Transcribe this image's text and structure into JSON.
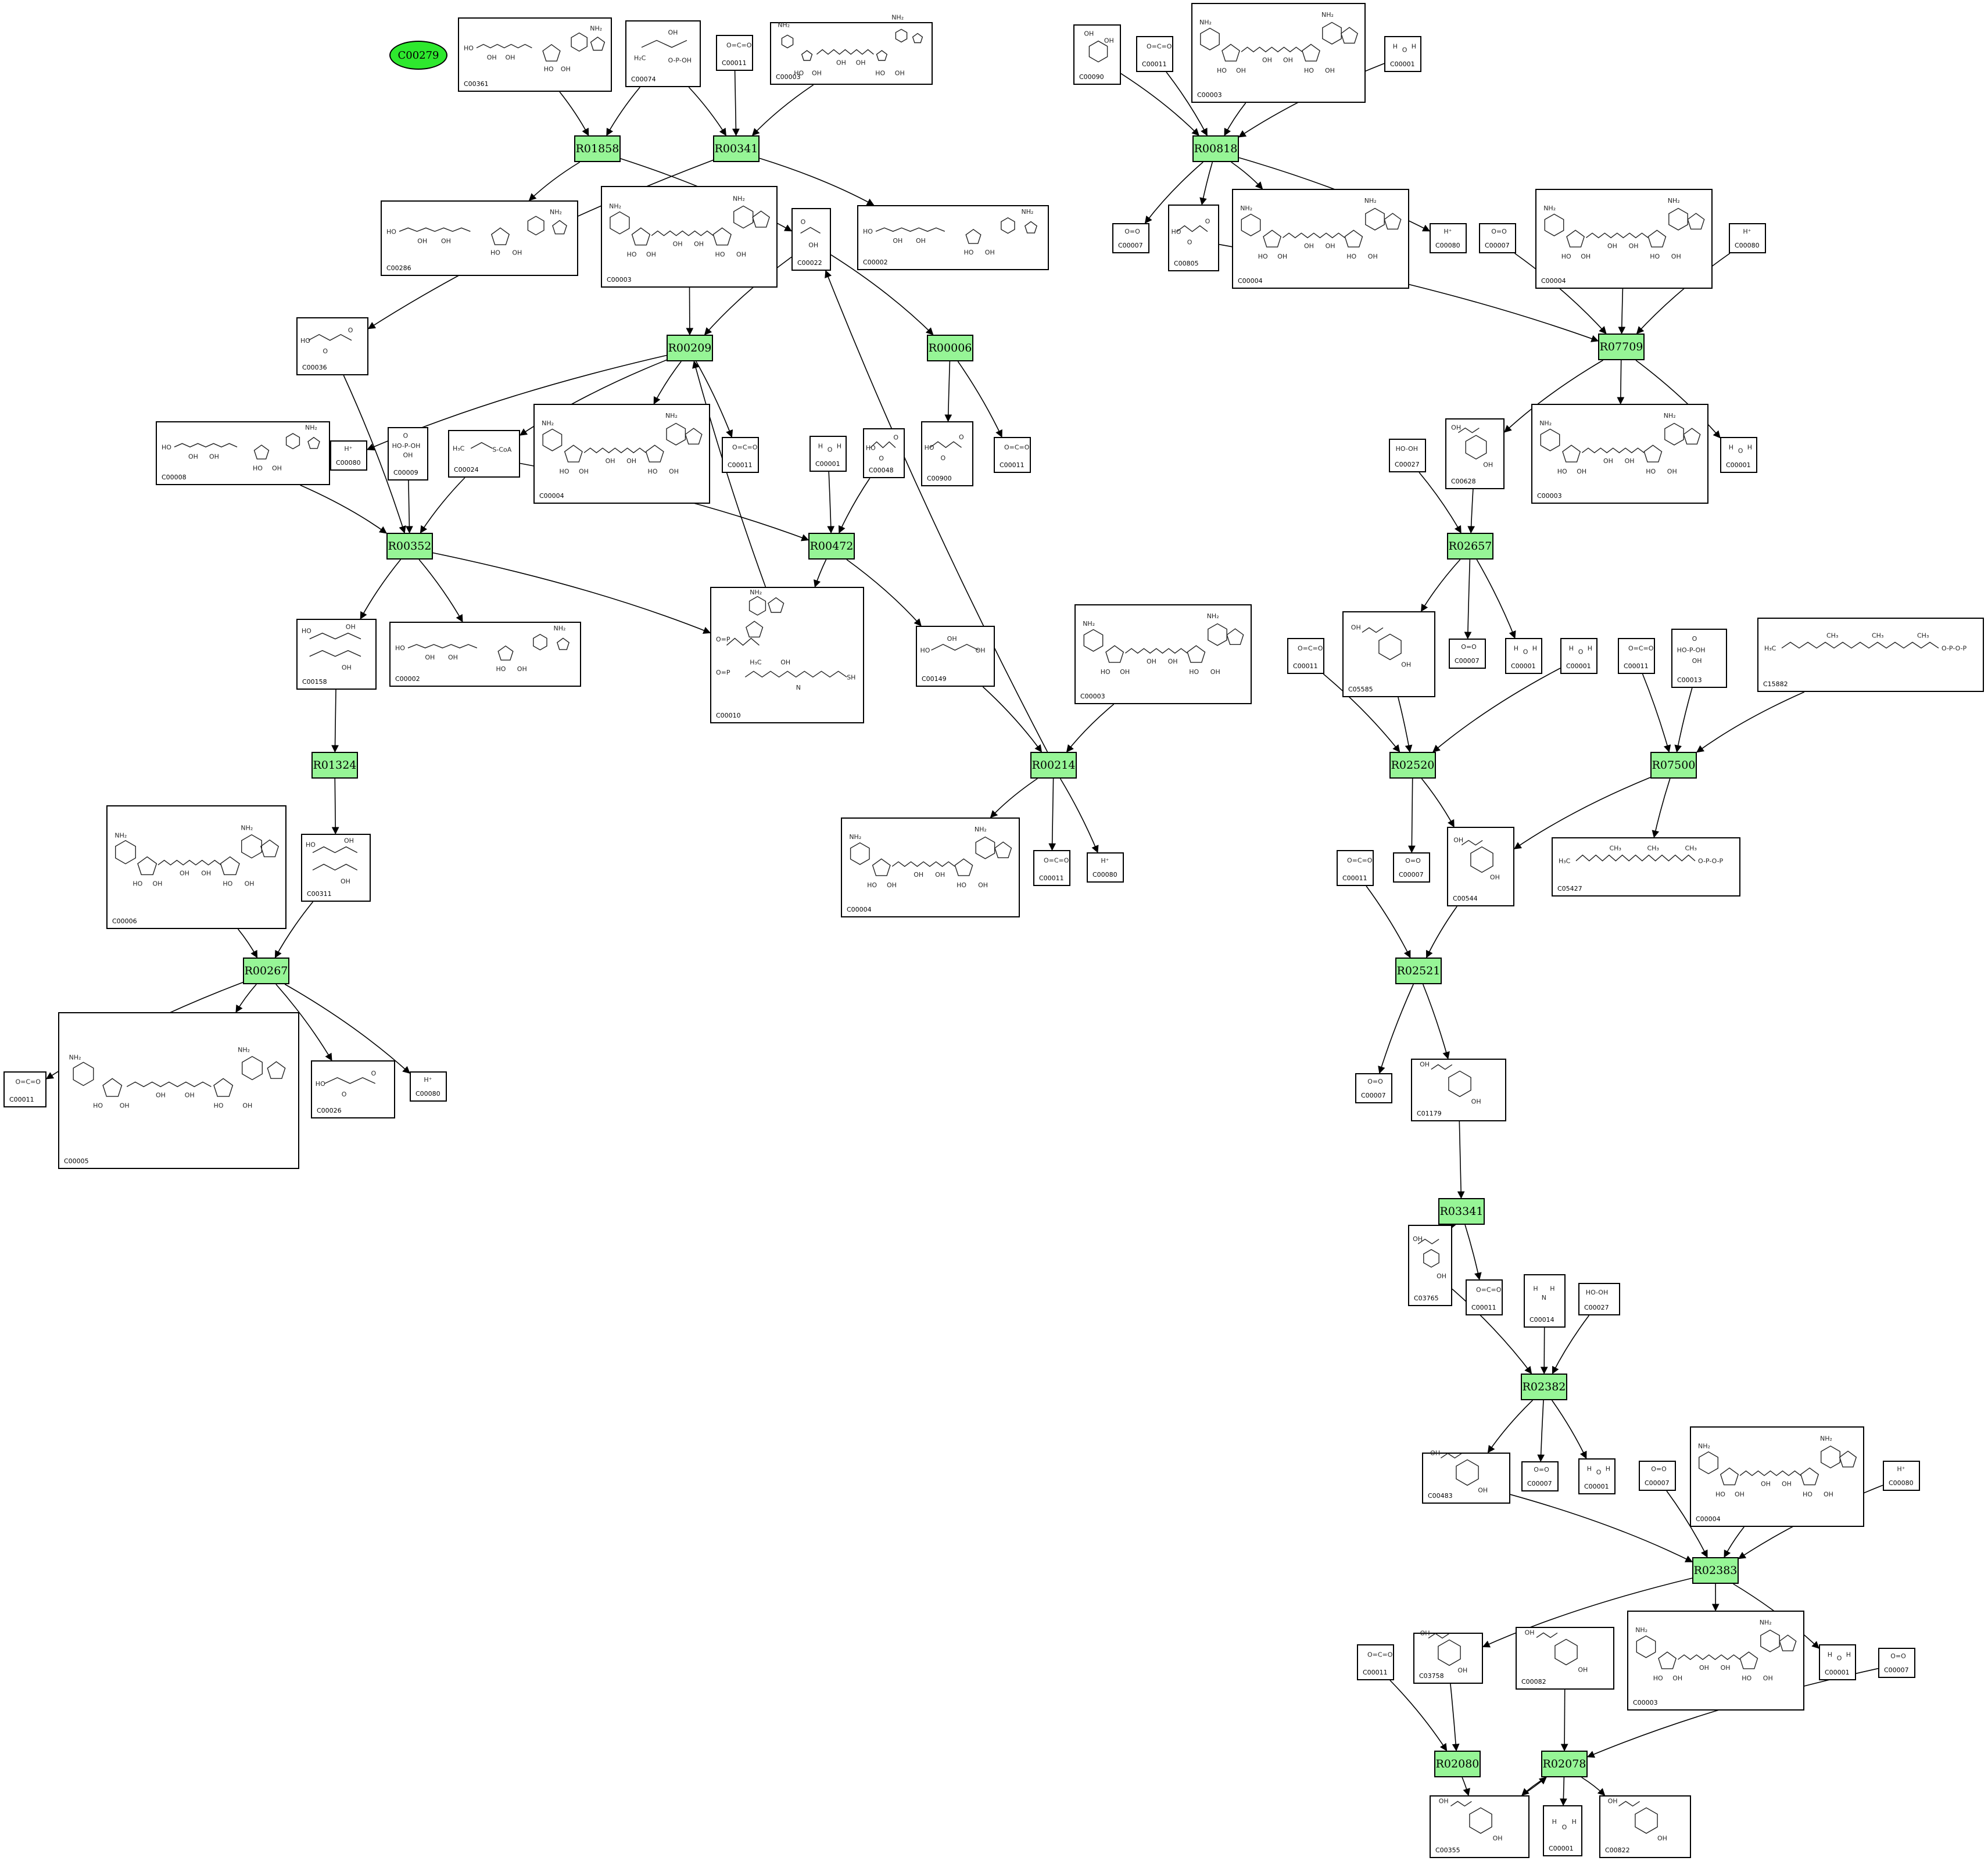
{
  "styles": {
    "reaction_fill": "#96f596",
    "highlight_fill": "#2ee82e",
    "edge_color": "#000000"
  },
  "highlight": {
    "id": "C00279"
  },
  "reactions": [
    "R01858",
    "R00341",
    "R00818",
    "R00209",
    "R00006",
    "R07709",
    "R00352",
    "R00472",
    "R02657",
    "R01324",
    "R00214",
    "R02520",
    "R07500",
    "R00267",
    "R02521",
    "R03341",
    "R02382",
    "R02383",
    "R02080",
    "R02078"
  ],
  "compounds": [
    {
      "id": "C00361",
      "mol": "nucleotide"
    },
    {
      "id": "C00074",
      "mol": "pep"
    },
    {
      "id": "C00011",
      "mol": "co2"
    },
    {
      "id": "C00003",
      "mol": "nad"
    },
    {
      "id": "C00090",
      "mol": "catechol"
    },
    {
      "id": "C00001",
      "mol": "water"
    },
    {
      "id": "C00286",
      "mol": "nucleotide"
    },
    {
      "id": "C00022",
      "mol": "pyruvate"
    },
    {
      "id": "C00002",
      "mol": "nucleotide"
    },
    {
      "id": "C00007",
      "mol": "o2"
    },
    {
      "id": "C00080",
      "mol": "proton"
    },
    {
      "id": "C00805",
      "mol": "acid"
    },
    {
      "id": "C00004",
      "mol": "nad"
    },
    {
      "id": "C00036",
      "mol": "acid"
    },
    {
      "id": "C00008",
      "mol": "nucleotide"
    },
    {
      "id": "C00009",
      "mol": "phosphate"
    },
    {
      "id": "C00024",
      "mol": "acetylcoa"
    },
    {
      "id": "C00048",
      "mol": "acid"
    },
    {
      "id": "C00900",
      "mol": "acid"
    },
    {
      "id": "C00027",
      "mol": "peroxide"
    },
    {
      "id": "C00628",
      "mol": "aromatic"
    },
    {
      "id": "C00158",
      "mol": "citrate"
    },
    {
      "id": "C00010",
      "mol": "coa"
    },
    {
      "id": "C00149",
      "mol": "malate"
    },
    {
      "id": "C05585",
      "mol": "aromatic"
    },
    {
      "id": "C00013",
      "mol": "phosphate"
    },
    {
      "id": "C15882",
      "mol": "chain"
    },
    {
      "id": "C00006",
      "mol": "nad"
    },
    {
      "id": "C00311",
      "mol": "citrate"
    },
    {
      "id": "C05427",
      "mol": "chain"
    },
    {
      "id": "C00544",
      "mol": "aromatic"
    },
    {
      "id": "C00005",
      "mol": "nad"
    },
    {
      "id": "C00026",
      "mol": "acid"
    },
    {
      "id": "C01179",
      "mol": "aromatic"
    },
    {
      "id": "C03765",
      "mol": "aromatic"
    },
    {
      "id": "C00014",
      "mol": "ammonia"
    },
    {
      "id": "C00483",
      "mol": "aromatic"
    },
    {
      "id": "C03758",
      "mol": "aromatic"
    },
    {
      "id": "C00082",
      "mol": "aromatic"
    },
    {
      "id": "C00355",
      "mol": "aromatic"
    },
    {
      "id": "C00822",
      "mol": "aromatic"
    }
  ],
  "nodes": [
    {
      "key": "C00279",
      "ref": "C00279",
      "kind": "ell"
    },
    {
      "key": "R01858",
      "ref": "R01858",
      "kind": "rxn"
    },
    {
      "key": "R00341",
      "ref": "R00341",
      "kind": "rxn"
    },
    {
      "key": "R00818",
      "ref": "R00818",
      "kind": "rxn"
    },
    {
      "key": "R00209",
      "ref": "R00209",
      "kind": "rxn"
    },
    {
      "key": "R00006",
      "ref": "R00006",
      "kind": "rxn"
    },
    {
      "key": "R07709",
      "ref": "R07709",
      "kind": "rxn"
    },
    {
      "key": "R00352",
      "ref": "R00352",
      "kind": "rxn"
    },
    {
      "key": "R00472",
      "ref": "R00472",
      "kind": "rxn"
    },
    {
      "key": "R02657",
      "ref": "R02657",
      "kind": "rxn"
    },
    {
      "key": "R01324",
      "ref": "R01324",
      "kind": "rxn"
    },
    {
      "key": "R00214",
      "ref": "R00214",
      "kind": "rxn"
    },
    {
      "key": "R02520",
      "ref": "R02520",
      "kind": "rxn"
    },
    {
      "key": "R07500",
      "ref": "R07500",
      "kind": "rxn"
    },
    {
      "key": "R00267",
      "ref": "R00267",
      "kind": "rxn"
    },
    {
      "key": "R02521",
      "ref": "R02521",
      "kind": "rxn"
    },
    {
      "key": "R03341",
      "ref": "R03341",
      "kind": "rxn"
    },
    {
      "key": "R02382",
      "ref": "R02382",
      "kind": "rxn"
    },
    {
      "key": "R02383",
      "ref": "R02383",
      "kind": "rxn"
    },
    {
      "key": "R02080",
      "ref": "R02080",
      "kind": "rxn"
    },
    {
      "key": "R02078",
      "ref": "R02078",
      "kind": "rxn"
    },
    {
      "key": "n_C00361",
      "ref": "C00361",
      "kind": "cmp"
    },
    {
      "key": "n_C00074",
      "ref": "C00074",
      "kind": "cmp"
    },
    {
      "key": "n_C00011_a",
      "ref": "C00011",
      "kind": "cmp"
    },
    {
      "key": "n_C00003_a",
      "ref": "C00003",
      "kind": "cmp"
    },
    {
      "key": "n_C00090",
      "ref": "C00090",
      "kind": "cmp"
    },
    {
      "key": "n_C00011_b",
      "ref": "C00011",
      "kind": "cmp"
    },
    {
      "key": "n_C00003_b",
      "ref": "C00003",
      "kind": "cmp"
    },
    {
      "key": "n_C00001_a",
      "ref": "C00001",
      "kind": "cmp"
    },
    {
      "key": "n_C00286",
      "ref": "C00286",
      "kind": "cmp"
    },
    {
      "key": "n_C00003_c",
      "ref": "C00003",
      "kind": "cmp"
    },
    {
      "key": "n_C00022",
      "ref": "C00022",
      "kind": "cmp"
    },
    {
      "key": "n_C00002_a",
      "ref": "C00002",
      "kind": "cmp"
    },
    {
      "key": "n_C00007_a",
      "ref": "C00007",
      "kind": "cmp"
    },
    {
      "key": "n_C00805",
      "ref": "C00805",
      "kind": "cmp"
    },
    {
      "key": "n_C00004_a",
      "ref": "C00004",
      "kind": "cmp"
    },
    {
      "key": "n_C00080_a",
      "ref": "C00080",
      "kind": "cmp"
    },
    {
      "key": "n_C00007_b",
      "ref": "C00007",
      "kind": "cmp"
    },
    {
      "key": "n_C00004_b",
      "ref": "C00004",
      "kind": "cmp"
    },
    {
      "key": "n_C00080_b",
      "ref": "C00080",
      "kind": "cmp"
    },
    {
      "key": "n_C00036",
      "ref": "C00036",
      "kind": "cmp"
    },
    {
      "key": "n_C00008_a",
      "ref": "C00008",
      "kind": "cmp"
    },
    {
      "key": "n_C00080_c",
      "ref": "C00080",
      "kind": "cmp"
    },
    {
      "key": "n_C00009",
      "ref": "C00009",
      "kind": "cmp"
    },
    {
      "key": "n_C00024",
      "ref": "C00024",
      "kind": "cmp"
    },
    {
      "key": "n_C00004_c",
      "ref": "C00004",
      "kind": "cmp"
    },
    {
      "key": "n_C00011_c",
      "ref": "C00011",
      "kind": "cmp"
    },
    {
      "key": "n_C00001_b",
      "ref": "C00001",
      "kind": "cmp"
    },
    {
      "key": "n_C00048",
      "ref": "C00048",
      "kind": "cmp"
    },
    {
      "key": "n_C00900",
      "ref": "C00900",
      "kind": "cmp"
    },
    {
      "key": "n_C00011_d",
      "ref": "C00011",
      "kind": "cmp"
    },
    {
      "key": "n_C00027_a",
      "ref": "C00027",
      "kind": "cmp"
    },
    {
      "key": "n_C00628",
      "ref": "C00628",
      "kind": "cmp"
    },
    {
      "key": "n_C00003_d",
      "ref": "C00003",
      "kind": "cmp"
    },
    {
      "key": "n_C00001_c",
      "ref": "C00001",
      "kind": "cmp"
    },
    {
      "key": "n_C00158",
      "ref": "C00158",
      "kind": "cmp"
    },
    {
      "key": "n_C00002_b",
      "ref": "C00002",
      "kind": "cmp"
    },
    {
      "key": "n_C00010",
      "ref": "C00010",
      "kind": "cmp"
    },
    {
      "key": "n_C00149",
      "ref": "C00149",
      "kind": "cmp"
    },
    {
      "key": "n_C00003_e",
      "ref": "C00003",
      "kind": "cmp"
    },
    {
      "key": "n_C05585",
      "ref": "C05585",
      "kind": "cmp"
    },
    {
      "key": "n_C00007_c",
      "ref": "C00007",
      "kind": "cmp"
    },
    {
      "key": "n_C00001_d",
      "ref": "C00001",
      "kind": "cmp"
    },
    {
      "key": "n_C00011_e",
      "ref": "C00011",
      "kind": "cmp"
    },
    {
      "key": "n_C00001_e",
      "ref": "C00001",
      "kind": "cmp"
    },
    {
      "key": "n_C00011_f",
      "ref": "C00011",
      "kind": "cmp"
    },
    {
      "key": "n_C00013",
      "ref": "C00013",
      "kind": "cmp"
    },
    {
      "key": "n_C15882",
      "ref": "C15882",
      "kind": "cmp"
    },
    {
      "key": "n_C00006",
      "ref": "C00006",
      "kind": "cmp"
    },
    {
      "key": "n_C00311",
      "ref": "C00311",
      "kind": "cmp"
    },
    {
      "key": "n_C00004_d",
      "ref": "C00004",
      "kind": "cmp"
    },
    {
      "key": "n_C00011_g",
      "ref": "C00011",
      "kind": "cmp"
    },
    {
      "key": "n_C00080_d",
      "ref": "C00080",
      "kind": "cmp"
    },
    {
      "key": "n_C00011_h",
      "ref": "C00011",
      "kind": "cmp"
    },
    {
      "key": "n_C00007_d",
      "ref": "C00007",
      "kind": "cmp"
    },
    {
      "key": "n_C00544",
      "ref": "C00544",
      "kind": "cmp"
    },
    {
      "key": "n_C05427",
      "ref": "C05427",
      "kind": "cmp"
    },
    {
      "key": "n_C00011_i",
      "ref": "C00011",
      "kind": "cmp"
    },
    {
      "key": "n_C00005",
      "ref": "C00005",
      "kind": "cmp"
    },
    {
      "key": "n_C00026",
      "ref": "C00026",
      "kind": "cmp"
    },
    {
      "key": "n_C00080_e",
      "ref": "C00080",
      "kind": "cmp"
    },
    {
      "key": "n_C00007_e",
      "ref": "C00007",
      "kind": "cmp"
    },
    {
      "key": "n_C01179",
      "ref": "C01179",
      "kind": "cmp"
    },
    {
      "key": "n_C03765",
      "ref": "C03765",
      "kind": "cmp"
    },
    {
      "key": "n_C00011_j",
      "ref": "C00011",
      "kind": "cmp"
    },
    {
      "key": "n_C00014",
      "ref": "C00014",
      "kind": "cmp"
    },
    {
      "key": "n_C00027_b",
      "ref": "C00027",
      "kind": "cmp"
    },
    {
      "key": "n_C00483",
      "ref": "C00483",
      "kind": "cmp"
    },
    {
      "key": "n_C00007_f",
      "ref": "C00007",
      "kind": "cmp"
    },
    {
      "key": "n_C00001_f",
      "ref": "C00001",
      "kind": "cmp"
    },
    {
      "key": "n_C00007_g",
      "ref": "C00007",
      "kind": "cmp"
    },
    {
      "key": "n_C00004_e",
      "ref": "C00004",
      "kind": "cmp"
    },
    {
      "key": "n_C00080_f",
      "ref": "C00080",
      "kind": "cmp"
    },
    {
      "key": "n_C00011_k",
      "ref": "C00011",
      "kind": "cmp"
    },
    {
      "key": "n_C03758",
      "ref": "C03758",
      "kind": "cmp"
    },
    {
      "key": "n_C00082",
      "ref": "C00082",
      "kind": "cmp"
    },
    {
      "key": "n_C00003_f",
      "ref": "C00003",
      "kind": "cmp"
    },
    {
      "key": "n_C00001_g",
      "ref": "C00001",
      "kind": "cmp"
    },
    {
      "key": "n_C00007_h",
      "ref": "C00007",
      "kind": "cmp"
    },
    {
      "key": "n_C00355",
      "ref": "C00355",
      "kind": "cmp"
    },
    {
      "key": "n_C00001_h",
      "ref": "C00001",
      "kind": "cmp"
    },
    {
      "key": "n_C00822",
      "ref": "C00822",
      "kind": "cmp"
    }
  ],
  "edges": [
    [
      "n_C00361",
      "R01858"
    ],
    [
      "n_C00074",
      "R01858"
    ],
    [
      "n_C00074",
      "R00341"
    ],
    [
      "n_C00011_a",
      "R00341"
    ],
    [
      "n_C00003_a",
      "R00341"
    ],
    [
      "R01858",
      "n_C00286"
    ],
    [
      "R01858",
      "n_C00022"
    ],
    [
      "R00341",
      "n_C00002_a"
    ],
    [
      "R00341",
      "n_C00036"
    ],
    [
      "n_C00090",
      "R00818"
    ],
    [
      "n_C00011_b",
      "R00818"
    ],
    [
      "n_C00003_b",
      "R00818"
    ],
    [
      "n_C00001_a",
      "R00818"
    ],
    [
      "R00818",
      "n_C00007_a"
    ],
    [
      "R00818",
      "n_C00805"
    ],
    [
      "R00818",
      "n_C00004_a"
    ],
    [
      "R00818",
      "n_C00080_a"
    ],
    [
      "n_C00003_c",
      "R00209"
    ],
    [
      "n_C00022",
      "R00209"
    ],
    [
      "n_C00022",
      "R00006"
    ],
    [
      "n_C00010",
      "R00209"
    ],
    [
      "R00209",
      "n_C00080_c"
    ],
    [
      "R00209",
      "n_C00024"
    ],
    [
      "R00209",
      "n_C00004_c"
    ],
    [
      "R00209",
      "n_C00011_c"
    ],
    [
      "R00006",
      "n_C00900"
    ],
    [
      "R00006",
      "n_C00011_d"
    ],
    [
      "n_C00805",
      "R07709"
    ],
    [
      "n_C00007_b",
      "R07709"
    ],
    [
      "n_C00004_b",
      "R07709"
    ],
    [
      "n_C00080_b",
      "R07709"
    ],
    [
      "R07709",
      "n_C00628"
    ],
    [
      "R07709",
      "n_C00003_d"
    ],
    [
      "R07709",
      "n_C00001_c"
    ],
    [
      "n_C00036",
      "R00352"
    ],
    [
      "n_C00008_a",
      "R00352"
    ],
    [
      "n_C00009",
      "R00352"
    ],
    [
      "n_C00024",
      "R00352"
    ],
    [
      "n_C00024",
      "R00472"
    ],
    [
      "R00352",
      "n_C00158"
    ],
    [
      "R00352",
      "n_C00002_b"
    ],
    [
      "R00352",
      "n_C00010"
    ],
    [
      "n_C00001_b",
      "R00472"
    ],
    [
      "n_C00048",
      "R00472"
    ],
    [
      "R00472",
      "n_C00010"
    ],
    [
      "R00472",
      "n_C00149"
    ],
    [
      "n_C00027_a",
      "R02657"
    ],
    [
      "n_C00628",
      "R02657"
    ],
    [
      "R02657",
      "n_C05585"
    ],
    [
      "R02657",
      "n_C00007_c"
    ],
    [
      "R02657",
      "n_C00001_d"
    ],
    [
      "n_C00158",
      "R01324"
    ],
    [
      "R01324",
      "n_C00311"
    ],
    [
      "n_C00149",
      "R00214"
    ],
    [
      "n_C00003_e",
      "R00214"
    ],
    [
      "R00214",
      "n_C00022"
    ],
    [
      "R00214",
      "n_C00004_d"
    ],
    [
      "R00214",
      "n_C00011_g"
    ],
    [
      "R00214",
      "n_C00080_d"
    ],
    [
      "n_C00011_e",
      "R02520"
    ],
    [
      "n_C05585",
      "R02520"
    ],
    [
      "n_C00001_e",
      "R02520"
    ],
    [
      "R02520",
      "n_C00007_d"
    ],
    [
      "R02520",
      "n_C00544"
    ],
    [
      "n_C00011_f",
      "R07500"
    ],
    [
      "n_C00013",
      "R07500"
    ],
    [
      "n_C15882",
      "R07500"
    ],
    [
      "R07500",
      "n_C00544"
    ],
    [
      "R07500",
      "n_C05427"
    ],
    [
      "n_C00006",
      "R00267"
    ],
    [
      "n_C00311",
      "R00267"
    ],
    [
      "R00267",
      "n_C00011_i"
    ],
    [
      "R00267",
      "n_C00005"
    ],
    [
      "R00267",
      "n_C00026"
    ],
    [
      "R00267",
      "n_C00080_e"
    ],
    [
      "n_C00011_h",
      "R02521"
    ],
    [
      "n_C00544",
      "R02521"
    ],
    [
      "R02521",
      "n_C00007_e"
    ],
    [
      "R02521",
      "n_C01179"
    ],
    [
      "n_C01179",
      "R03341"
    ],
    [
      "R03341",
      "n_C03765"
    ],
    [
      "R03341",
      "n_C00011_j"
    ],
    [
      "n_C03765",
      "R02382"
    ],
    [
      "n_C00014",
      "R02382"
    ],
    [
      "n_C00027_b",
      "R02382"
    ],
    [
      "R02382",
      "n_C00483"
    ],
    [
      "R02382",
      "n_C00007_f"
    ],
    [
      "R02382",
      "n_C00001_f"
    ],
    [
      "n_C00483",
      "R02383"
    ],
    [
      "n_C00007_g",
      "R02383"
    ],
    [
      "n_C00004_e",
      "R02383"
    ],
    [
      "n_C00080_f",
      "R02383"
    ],
    [
      "R02383",
      "n_C03758"
    ],
    [
      "R02383",
      "n_C00003_f"
    ],
    [
      "R02383",
      "n_C00001_g"
    ],
    [
      "n_C00011_k",
      "R02080"
    ],
    [
      "n_C03758",
      "R02080"
    ],
    [
      "R02080",
      "n_C00355"
    ],
    [
      "n_C00082",
      "R02078"
    ],
    [
      "n_C00007_h",
      "R02078"
    ],
    [
      "n_C00355",
      "R02078"
    ],
    [
      "R02078",
      "n_C00355"
    ],
    [
      "R02078",
      "n_C00001_h"
    ],
    [
      "R02078",
      "n_C00822"
    ]
  ]
}
